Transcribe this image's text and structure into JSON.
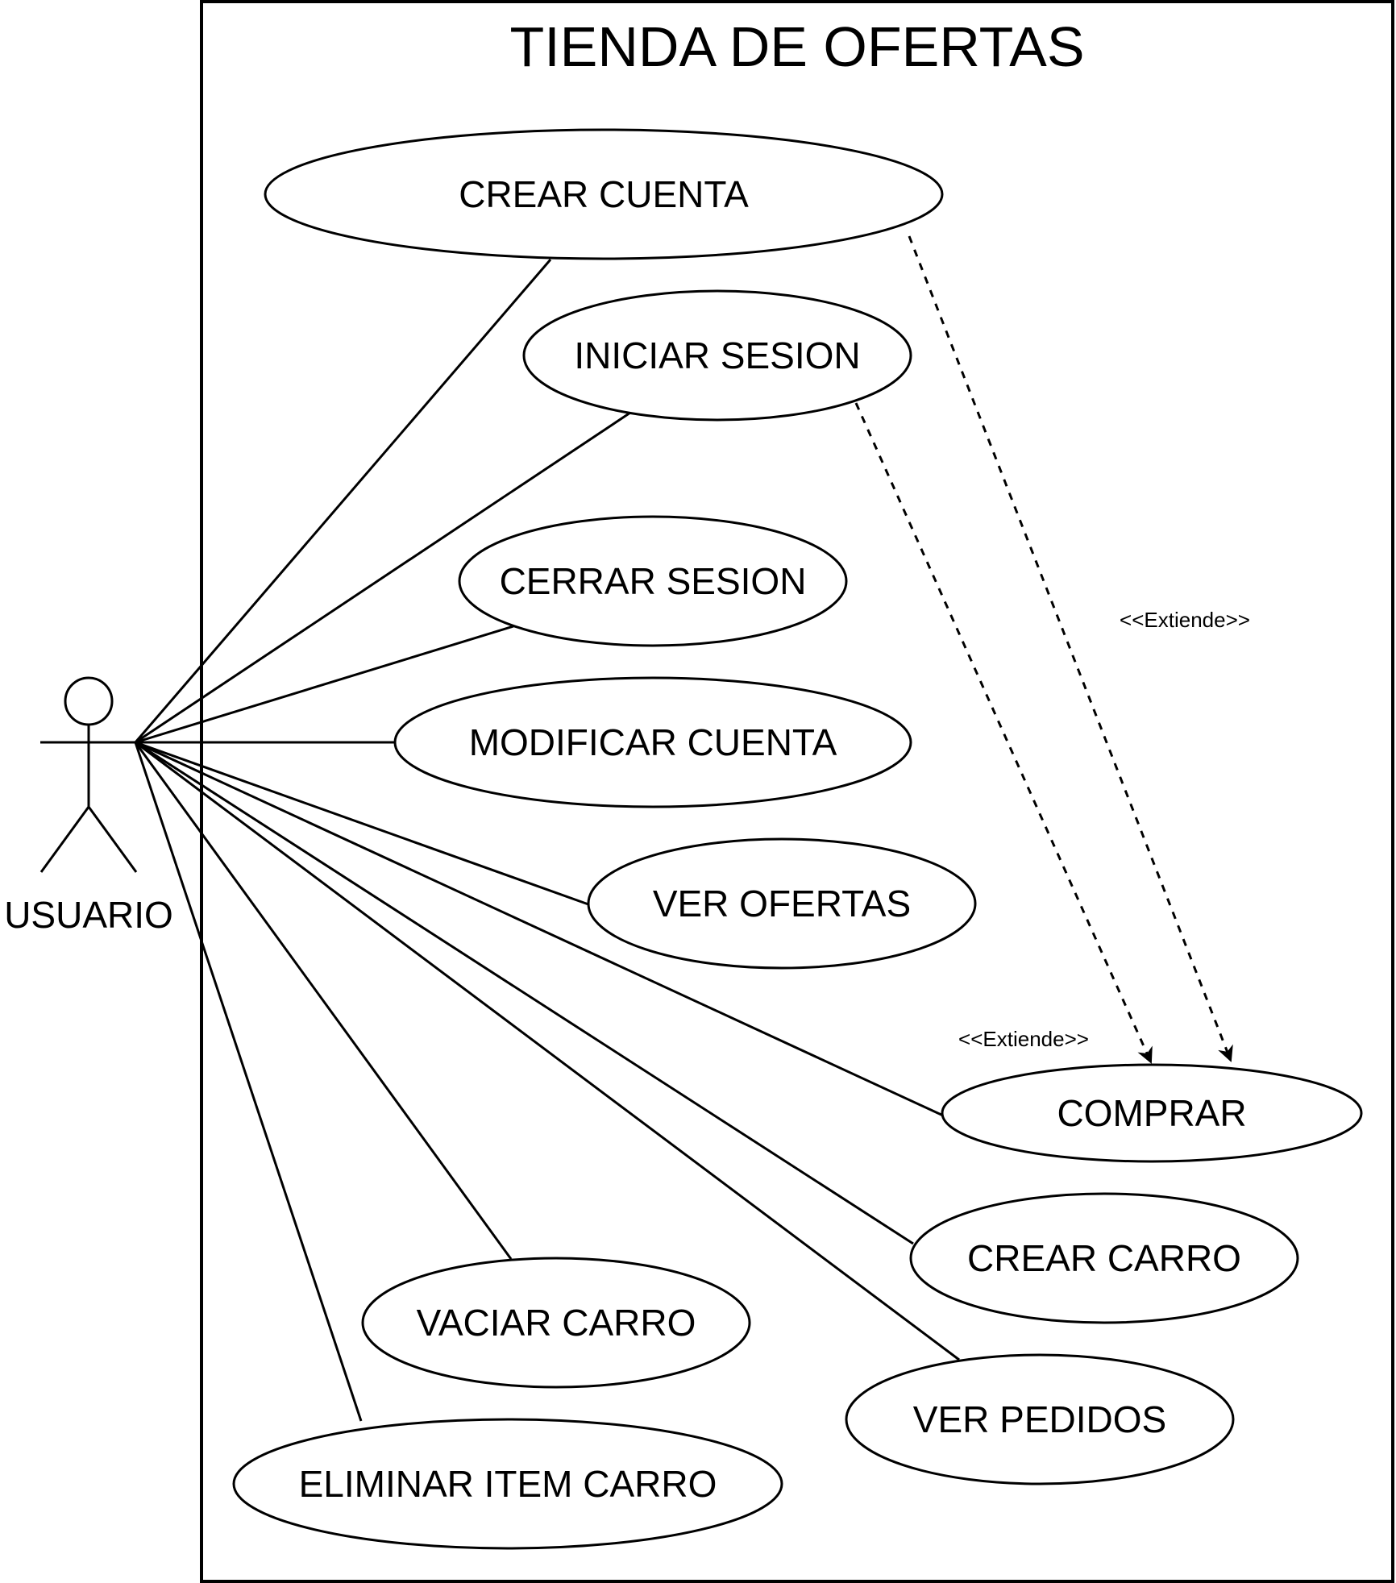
{
  "system": {
    "title": "TIENDA DE OFERTAS"
  },
  "actor": {
    "name": "USUARIO"
  },
  "use_cases": [
    {
      "id": "crear-cuenta",
      "label": "CREAR CUENTA"
    },
    {
      "id": "iniciar-sesion",
      "label": "INICIAR SESION"
    },
    {
      "id": "cerrar-sesion",
      "label": "CERRAR SESION"
    },
    {
      "id": "modificar-cuenta",
      "label": "MODIFICAR CUENTA"
    },
    {
      "id": "ver-ofertas",
      "label": "VER OFERTAS"
    },
    {
      "id": "comprar",
      "label": "COMPRAR"
    },
    {
      "id": "crear-carro",
      "label": "CREAR CARRO"
    },
    {
      "id": "vaciar-carro",
      "label": "VACIAR CARRO"
    },
    {
      "id": "ver-pedidos",
      "label": "VER PEDIDOS"
    },
    {
      "id": "eliminar-item-carro",
      "label": "ELIMINAR ITEM CARRO"
    }
  ],
  "relations": [
    {
      "type": "extend",
      "from": "crear-cuenta",
      "to": "comprar",
      "label": "<<Extiende>>"
    },
    {
      "type": "extend",
      "from": "iniciar-sesion",
      "to": "comprar",
      "label": "<<Extiende>>"
    }
  ]
}
